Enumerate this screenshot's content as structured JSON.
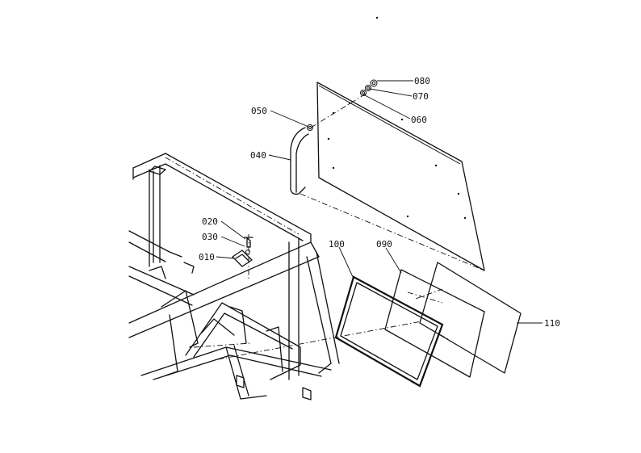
{
  "diagram": {
    "parts": {
      "p010": "010",
      "p020": "020",
      "p030": "030",
      "p040": "040",
      "p050": "050",
      "p060": "060",
      "p070": "070",
      "p080": "080",
      "p090": "090",
      "p100": "100",
      "p110": "110"
    }
  }
}
